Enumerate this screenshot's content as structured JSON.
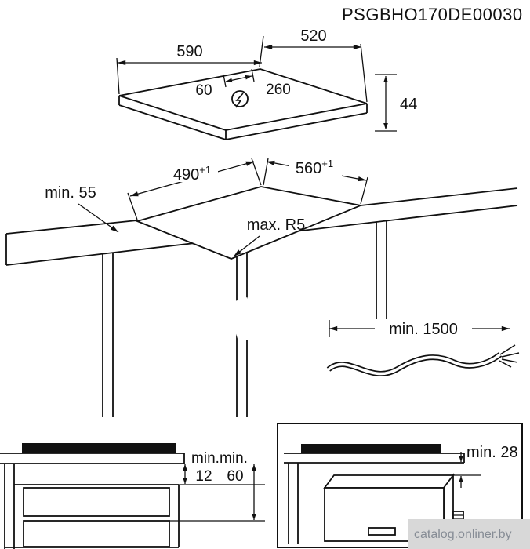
{
  "title": "PSGBHO170DE00030",
  "hob_top": {
    "width_label": "590",
    "depth_label": "520",
    "height_label": "44",
    "cable_left_label": "60",
    "cable_right_label": "260"
  },
  "worktop": {
    "cutout_width": "490",
    "cutout_width_sup": "+1",
    "cutout_depth": "560",
    "cutout_depth_sup": "+1",
    "wall_clearance": "min. 55",
    "corner_radius": "max. R5"
  },
  "cable": {
    "length_label": "min. 1500"
  },
  "drawer_install": {
    "gap1_min": "min.",
    "gap1_value": "12",
    "gap2_min": "min.",
    "gap2_value": "60"
  },
  "oven_install": {
    "gap_label": "min. 28"
  },
  "watermark": "catalog.onliner.by",
  "colors": {
    "line": "#111111",
    "watermark_bg": "#d8d8d8",
    "watermark_text": "#868c95"
  }
}
